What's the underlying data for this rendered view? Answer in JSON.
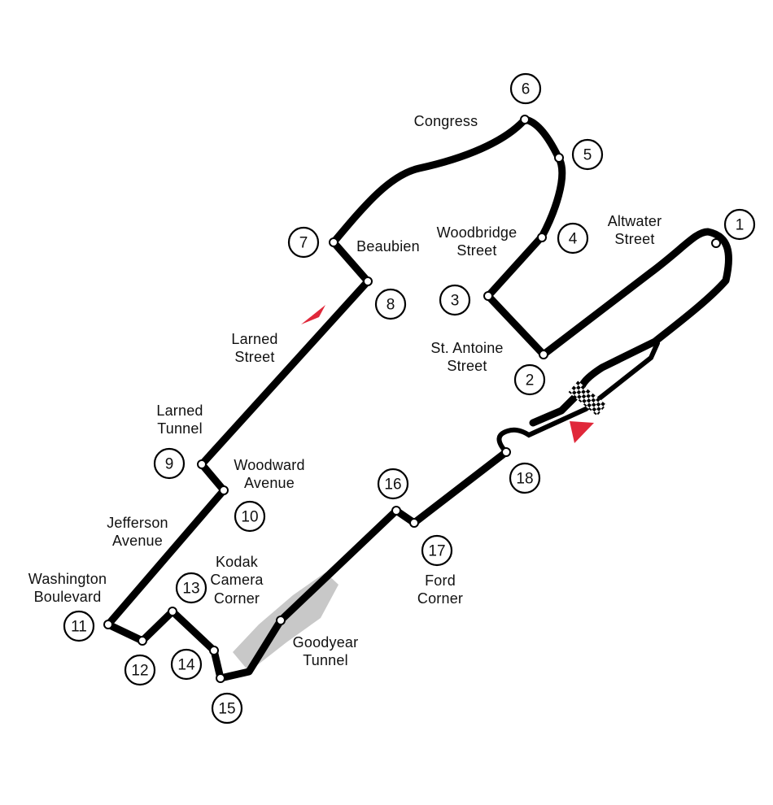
{
  "map": {
    "colors": {
      "track": "#000000",
      "tunnel": "#c8c8c8",
      "direction_arrow": "#e0283a",
      "background": "#ffffff"
    },
    "turns": [
      "1",
      "2",
      "3",
      "4",
      "5",
      "6",
      "7",
      "8",
      "9",
      "10",
      "11",
      "12",
      "13",
      "14",
      "15",
      "16",
      "17",
      "18"
    ],
    "labels": {
      "congress": "Congress",
      "altwater_1": "Altwater",
      "altwater_2": "Street",
      "woodbridge_1": "Woodbridge",
      "woodbridge_2": "Street",
      "beaubien": "Beaubien",
      "st_antoine_1": "St. Antoine",
      "st_antoine_2": "Street",
      "larned_street_1": "Larned",
      "larned_street_2": "Street",
      "larned_tunnel_1": "Larned",
      "larned_tunnel_2": "Tunnel",
      "woodward_1": "Woodward",
      "woodward_2": "Avenue",
      "jefferson_1": "Jefferson",
      "jefferson_2": "Avenue",
      "washington_1": "Washington",
      "washington_2": "Boulevard",
      "kodak_1": "Kodak",
      "kodak_2": "Camera",
      "kodak_3": "Corner",
      "goodyear_1": "Goodyear",
      "goodyear_2": "Tunnel",
      "ford_1": "Ford",
      "ford_2": "Corner"
    }
  }
}
